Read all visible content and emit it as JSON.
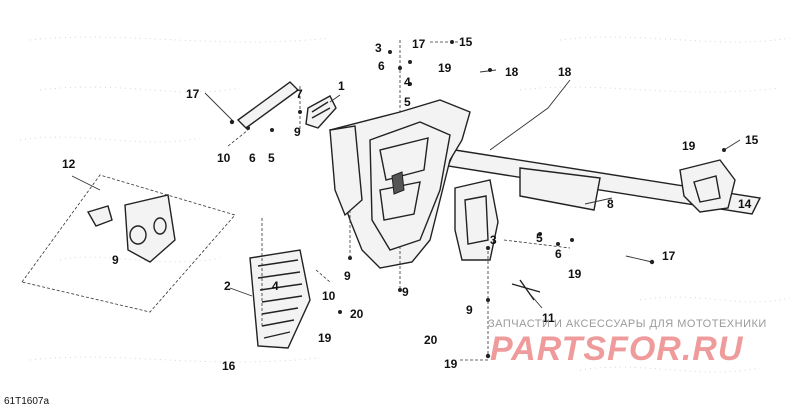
{
  "diagram": {
    "code": "61T1607a",
    "callouts": [
      "1",
      "2",
      "3",
      "4",
      "5",
      "6",
      "7",
      "8",
      "9",
      "10",
      "11",
      "12",
      "14",
      "15",
      "16",
      "17",
      "18",
      "19",
      "20"
    ]
  },
  "watermark": {
    "caption": "ЗАПЧАСТИ И АКСЕССУАРЫ ДЛЯ МОТОТЕХНИКИ",
    "logo": "PARTSFOR.RU"
  }
}
